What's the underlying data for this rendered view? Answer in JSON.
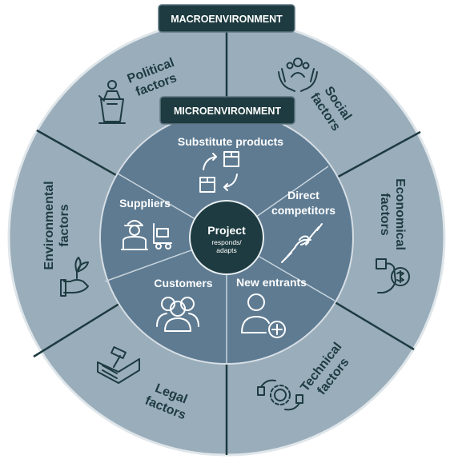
{
  "tags": {
    "macro": "MACROENVIRONMENT",
    "micro": "MICROENVIRONMENT"
  },
  "macro_factors": [
    {
      "id": "political",
      "lines": [
        "Political",
        "factors"
      ]
    },
    {
      "id": "social",
      "lines": [
        "Social",
        "factors"
      ]
    },
    {
      "id": "economical",
      "lines": [
        "Economical",
        "factors"
      ]
    },
    {
      "id": "technical",
      "lines": [
        "Technical",
        "factors"
      ]
    },
    {
      "id": "legal",
      "lines": [
        "Legal",
        "factors"
      ]
    },
    {
      "id": "environmental",
      "lines": [
        "Environmental",
        "factors"
      ]
    }
  ],
  "micro_factors": [
    {
      "id": "substitute-products",
      "lines": [
        "Substitute products"
      ]
    },
    {
      "id": "direct-competitors",
      "lines": [
        "Direct",
        "competitors"
      ]
    },
    {
      "id": "new-entrants",
      "lines": [
        "New entrants"
      ]
    },
    {
      "id": "customers",
      "lines": [
        "Customers"
      ]
    },
    {
      "id": "suppliers",
      "lines": [
        "Suppliers"
      ]
    }
  ],
  "center": {
    "title": "Project",
    "subtitle_lines": [
      "responds/",
      "adapts"
    ]
  },
  "colors": {
    "outer_ring": "#9aadbb",
    "inner_ring": "#5e7b92",
    "center": "#1d3b40",
    "tag": "#1d3b40",
    "divider": "#1d3b40",
    "light_divider": "#c9d5dd"
  }
}
